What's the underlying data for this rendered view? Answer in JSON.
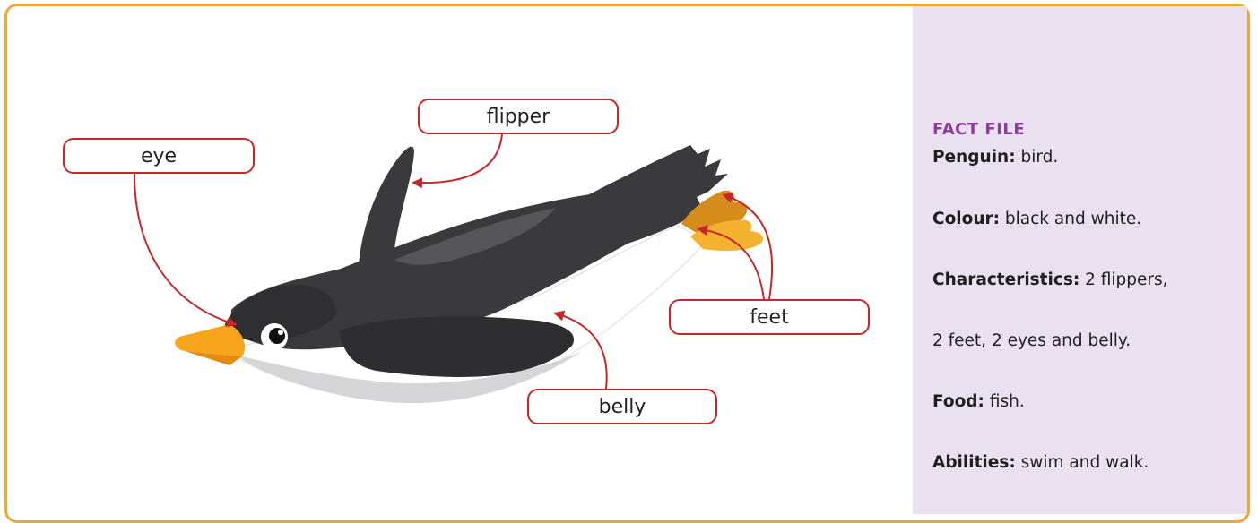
{
  "diagram": {
    "labels": {
      "eye": "eye",
      "flipper": "flipper",
      "feet": "feet",
      "belly": "belly"
    },
    "colors": {
      "frame_border": "#f2a53a",
      "callout_red": "#c8262a",
      "panel_bg": "#e9e1ef",
      "heading_purple": "#8a3b9c",
      "penguin_black": "#3a3a3c",
      "beak_orange": "#f7a51c",
      "feet_orange": "#f5b231"
    }
  },
  "fact_file": {
    "title": "FACT FILE",
    "lines": [
      {
        "key": "Penguin:",
        "value": " bird."
      },
      {
        "key": "Colour:",
        "value": " black and white."
      },
      {
        "key": "Characteristics:",
        "value": " 2 flippers,"
      },
      {
        "key": "",
        "value": "2 feet, 2 eyes and belly."
      },
      {
        "key": "Food:",
        "value": " fish."
      },
      {
        "key": "Abilities:",
        "value": " swim and walk."
      }
    ]
  }
}
